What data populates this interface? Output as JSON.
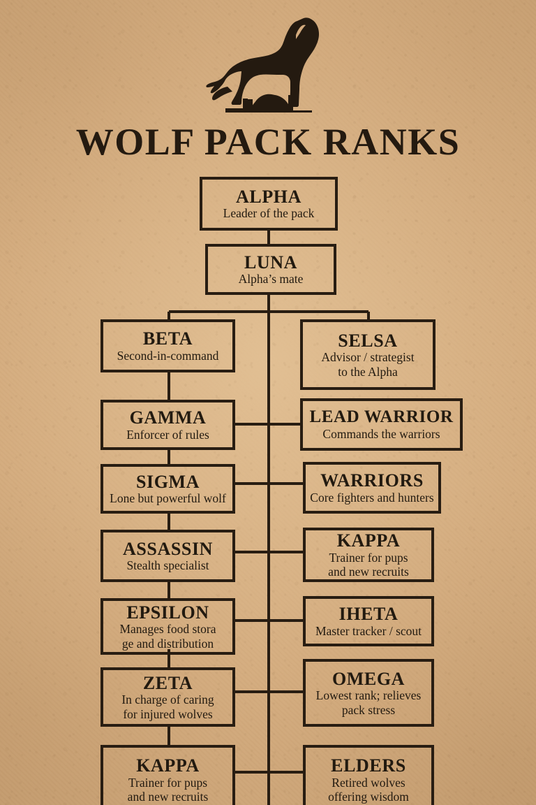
{
  "poster": {
    "title": "WOLF PACK RANKS",
    "logo_icon": "howling-wolf-silhouette-icon",
    "background_color": "#d5ac7e",
    "ink_color": "#241a10"
  },
  "chart_data": {
    "type": "table",
    "title": "WOLF PACK RANKS",
    "layout": "two-column hierarchy with central spine",
    "nodes": [
      {
        "rank": "ALPHA",
        "desc": "Leader of the pack",
        "column": "center",
        "tier": 1
      },
      {
        "rank": "LUNA",
        "desc": "Alpha’s mate",
        "column": "center",
        "tier": 2
      },
      {
        "rank": "BETA",
        "desc": "Second-in-command",
        "column": "left",
        "tier": 3
      },
      {
        "rank": "SELSA",
        "desc": "Advisor / strategist to the Alpha",
        "column": "right",
        "tier": 3
      },
      {
        "rank": "GAMMA",
        "desc": "Enforcer of rules",
        "column": "left",
        "tier": 4
      },
      {
        "rank": "LEAD WARRIOR",
        "desc": "Commands the warriors",
        "column": "right",
        "tier": 4
      },
      {
        "rank": "SIGMA",
        "desc": "Lone but powerful wolf",
        "column": "left",
        "tier": 5
      },
      {
        "rank": "WARRIORS",
        "desc": "Core fighters and hunters",
        "column": "right",
        "tier": 5
      },
      {
        "rank": "ASSASSIN",
        "desc": "Stealth specialist",
        "column": "left",
        "tier": 6
      },
      {
        "rank": "KAPPA",
        "desc": "Trainer for pups and new recruits",
        "column": "right",
        "tier": 6
      },
      {
        "rank": "EPSILON",
        "desc": "Manages food stora ge and distribution",
        "column": "left",
        "tier": 7
      },
      {
        "rank": "IHETA",
        "desc": "Master tracker / scout",
        "column": "right",
        "tier": 7
      },
      {
        "rank": "ZETA",
        "desc": "In charge of caring for injured wolves",
        "column": "left",
        "tier": 8
      },
      {
        "rank": "OMEGA",
        "desc": "Lowest rank; relieves pack stress",
        "column": "right",
        "tier": 8
      },
      {
        "rank": "KAPPA",
        "desc": "Trainer for pups and new recruits",
        "column": "left",
        "tier": 9
      },
      {
        "rank": "ELDERS",
        "desc": "Retired wolves offering wisdom",
        "column": "right",
        "tier": 9
      }
    ]
  },
  "nodes": {
    "alpha": {
      "rank": "ALPHA",
      "line1": "Leader of the pack",
      "line2": ""
    },
    "luna": {
      "rank": "LUNA",
      "line1": "Alpha’s mate",
      "line2": ""
    },
    "beta": {
      "rank": "BETA",
      "line1": "Second-in-command",
      "line2": ""
    },
    "selsa": {
      "rank": "SELSA",
      "line1": "Advisor / strategist",
      "line2": "to the Alpha"
    },
    "gamma": {
      "rank": "GAMMA",
      "line1": "Enforcer of rules",
      "line2": ""
    },
    "lead_warrior": {
      "rank": "LEAD WARRIOR",
      "line1": "Commands the warriors",
      "line2": ""
    },
    "sigma": {
      "rank": "SIGMA",
      "line1": "Lone but powerful wolf",
      "line2": ""
    },
    "warriors": {
      "rank": "WARRIORS",
      "line1": "Core fighters and hunters",
      "line2": ""
    },
    "assassin": {
      "rank": "ASSASSIN",
      "line1": "Stealth specialist",
      "line2": ""
    },
    "kappa_right": {
      "rank": "KAPPA",
      "line1": "Trainer for pups",
      "line2": "and new recruits"
    },
    "epsilon": {
      "rank": "EPSILON",
      "line1": "Manages food stora",
      "line2": "ge and distribution"
    },
    "iheta": {
      "rank": "IHETA",
      "line1": "Master tracker / scout",
      "line2": ""
    },
    "zeta": {
      "rank": "ZETA",
      "line1": "In charge of caring",
      "line2": "for injured wolves"
    },
    "omega": {
      "rank": "OMEGA",
      "line1": "Lowest rank; relieves",
      "line2": "pack stress"
    },
    "kappa_bottom": {
      "rank": "KAPPA",
      "line1": "Trainer for pups",
      "line2": "and new recruits"
    },
    "elders": {
      "rank": "ELDERS",
      "line1": "Retired wolves",
      "line2": "offering wisdom"
    }
  }
}
